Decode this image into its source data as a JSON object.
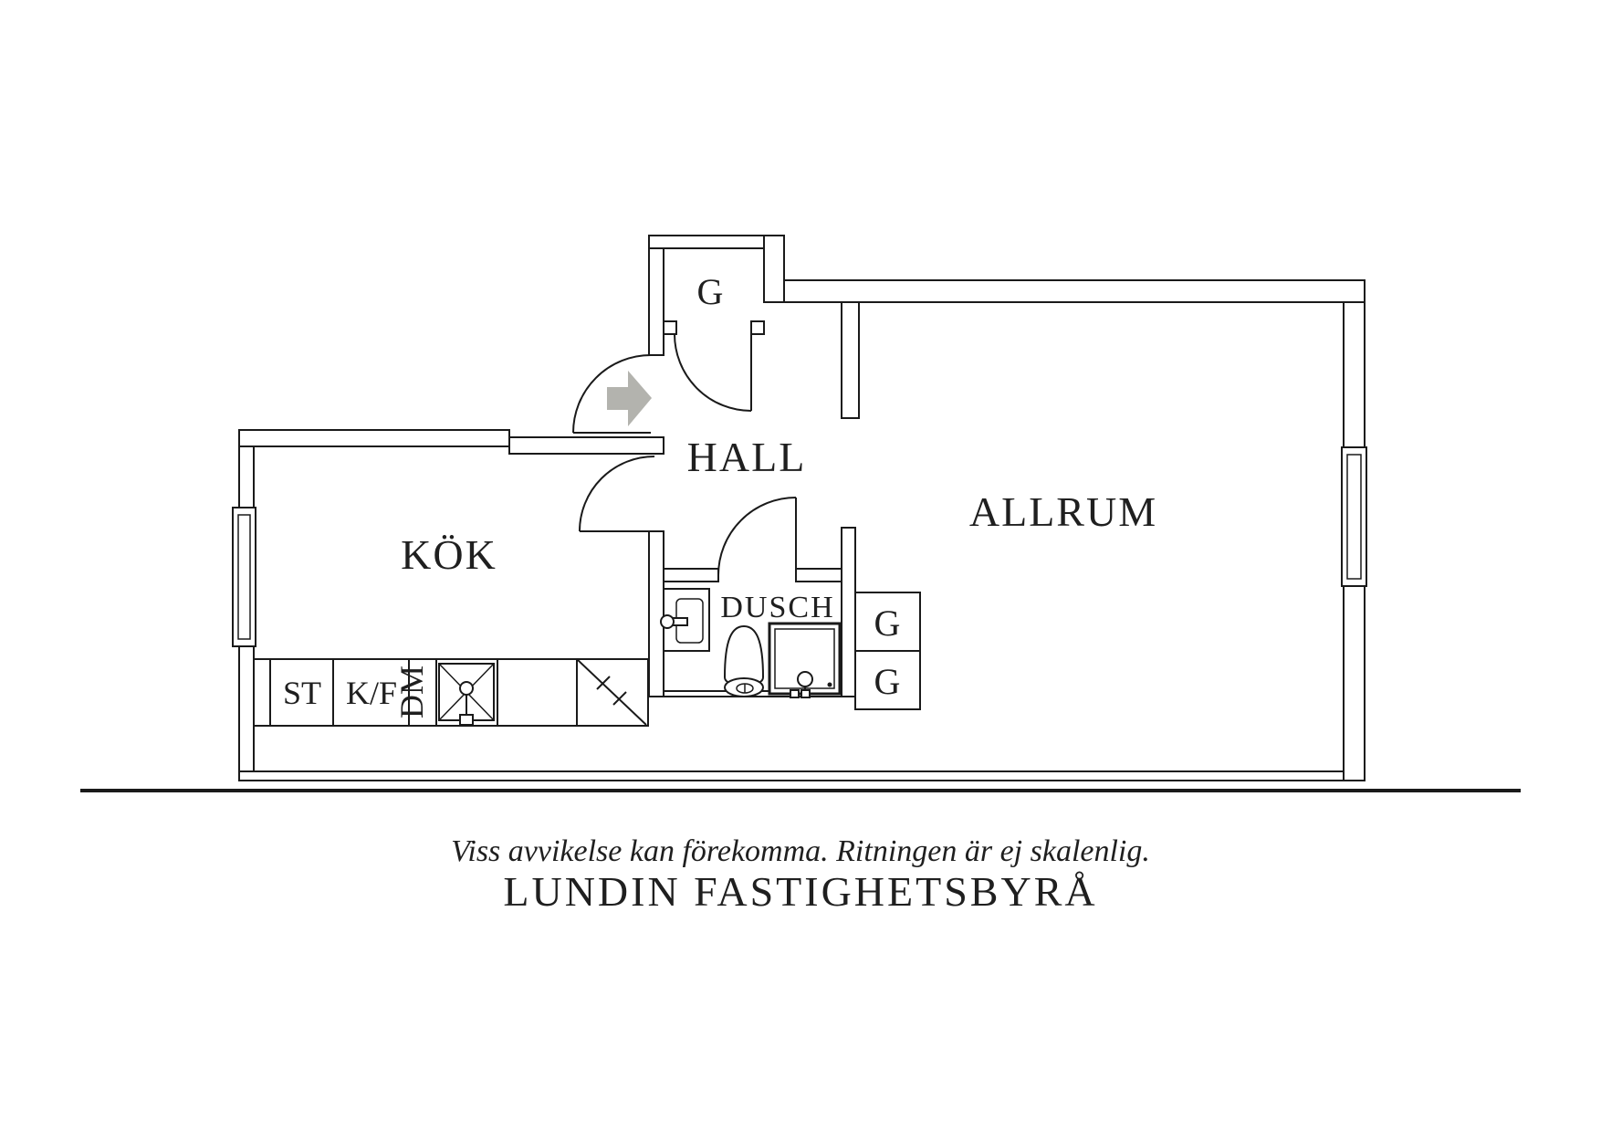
{
  "floorplan": {
    "rooms": {
      "kitchen": "KÖK",
      "hall": "HALL",
      "livingroom": "ALLRUM",
      "shower_room": "DUSCH",
      "closet_top": "G",
      "closet_upper": "G",
      "closet_lower": "G"
    },
    "kitchen_units": {
      "st": "ST",
      "kf": "K/F",
      "dm": "DM"
    }
  },
  "footer": {
    "disclaimer": "Viss avvikelse kan förekomma. Ritningen är ej skalenlig.",
    "agency": "LUNDIN FASTIGHETSBYRÅ"
  },
  "colors": {
    "line": "#1a1a1a",
    "entry_arrow": "#b3b3ae",
    "background": "#ffffff"
  }
}
